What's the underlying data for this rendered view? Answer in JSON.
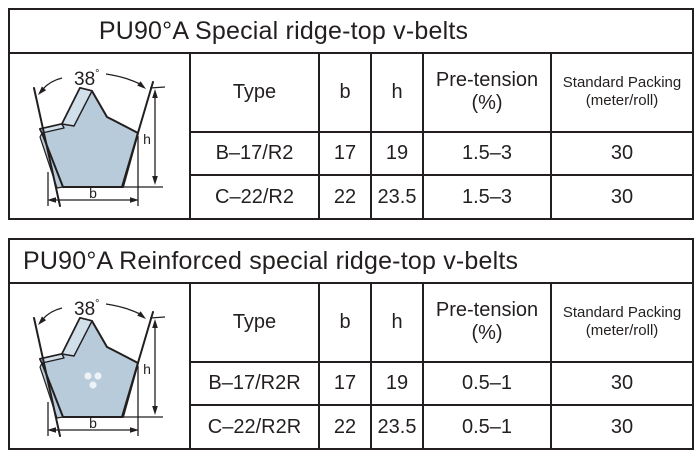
{
  "colors": {
    "background": "#ffffff",
    "border": "#231f1f",
    "text": "#231f1f",
    "belt_fill": "#b7cbdb",
    "belt_facet": "#d0dfea",
    "cord_dot": "#edf2f6"
  },
  "tables": [
    {
      "title": "PU90°A Special ridge-top v-belts",
      "diagram": {
        "angle_label": "38",
        "degree_symbol": "°",
        "h_label": "h",
        "b_label": "b",
        "has_reinforcement_cords": false
      },
      "headers": {
        "type": "Type",
        "b": "b",
        "h": "h",
        "pretension_line1": "Pre-tension",
        "pretension_line2": "(%)",
        "packing_line1": "Standard Packing",
        "packing_line2": "(meter/roll)"
      },
      "rows": [
        {
          "type": "B–17/R2",
          "b": "17",
          "h": "19",
          "pretension": "1.5–3",
          "packing": "30"
        },
        {
          "type": "C–22/R2",
          "b": "22",
          "h": "23.5",
          "pretension": "1.5–3",
          "packing": "30"
        }
      ]
    },
    {
      "title": "PU90°A Reinforced special ridge-top v-belts",
      "diagram": {
        "angle_label": "38",
        "degree_symbol": "°",
        "h_label": "h",
        "b_label": "b",
        "has_reinforcement_cords": true
      },
      "headers": {
        "type": "Type",
        "b": "b",
        "h": "h",
        "pretension_line1": "Pre-tension",
        "pretension_line2": "(%)",
        "packing_line1": "Standard Packing",
        "packing_line2": "(meter/roll)"
      },
      "rows": [
        {
          "type": "B–17/R2R",
          "b": "17",
          "h": "19",
          "pretension": "0.5–1",
          "packing": "30"
        },
        {
          "type": "C–22/R2R",
          "b": "22",
          "h": "23.5",
          "pretension": "0.5–1",
          "packing": "30"
        }
      ]
    }
  ]
}
